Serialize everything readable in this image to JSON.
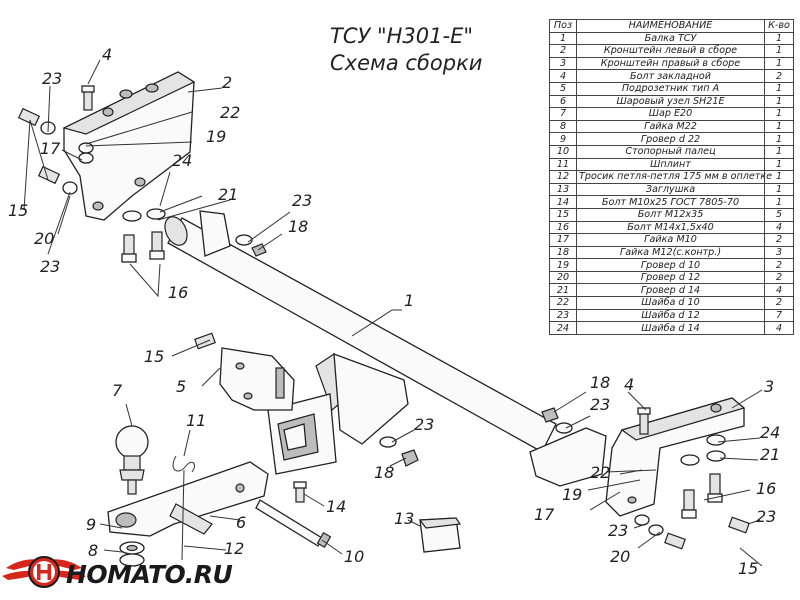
{
  "title": {
    "line1": "ТСУ \"H301-E\"",
    "line2": "Схема сборки"
  },
  "parts_table": {
    "headers": [
      "Поз",
      "НАИМЕНОВАНИЕ",
      "К-во"
    ],
    "rows": [
      [
        "1",
        "Балка ТСУ",
        "1"
      ],
      [
        "2",
        "Кронштейн левый в сборе",
        "1"
      ],
      [
        "3",
        "Кронштейн правый в сборе",
        "1"
      ],
      [
        "4",
        "Болт закладной",
        "2"
      ],
      [
        "5",
        "Подрозетник тип А",
        "1"
      ],
      [
        "6",
        "Шаровый узел SH21E",
        "1"
      ],
      [
        "7",
        "Шар Е20",
        "1"
      ],
      [
        "8",
        "Гайка М22",
        "1"
      ],
      [
        "9",
        "Гровер d 22",
        "1"
      ],
      [
        "10",
        "Стопорный палец",
        "1"
      ],
      [
        "11",
        "Шплинт",
        "1"
      ],
      [
        "12",
        "Тросик петля-петля 175 мм в оплетке",
        "1"
      ],
      [
        "13",
        "Заглушка",
        "1"
      ],
      [
        "14",
        "Болт М10х25 ГОСТ 7805-70",
        "1"
      ],
      [
        "15",
        "Болт М12х35",
        "5"
      ],
      [
        "16",
        "Болт М14х1,5х40",
        "4"
      ],
      [
        "17",
        "Гайка М10",
        "2"
      ],
      [
        "18",
        "Гайка М12(с.контр.)",
        "3"
      ],
      [
        "19",
        "Гровер d 10",
        "2"
      ],
      [
        "20",
        "Гровер d 12",
        "2"
      ],
      [
        "21",
        "Гровер d 14",
        "4"
      ],
      [
        "22",
        "Шайба d 10",
        "2"
      ],
      [
        "23",
        "Шайба d 12",
        "7"
      ],
      [
        "24",
        "Шайба d 14",
        "4"
      ]
    ]
  },
  "callouts": {
    "n1": "1",
    "n2": "2",
    "n3": "3",
    "n4": "4",
    "n5": "5",
    "n6": "6",
    "n7": "7",
    "n8": "8",
    "n9": "9",
    "n10": "10",
    "n11": "11",
    "n12": "12",
    "n13": "13",
    "n14": "14",
    "n15": "15",
    "n16": "16",
    "n17": "17",
    "n18": "18",
    "n19": "19",
    "n20": "20",
    "n21": "21",
    "n22": "22",
    "n23": "23",
    "n24": "24"
  },
  "logo": {
    "text": "HOMATO.RU",
    "icon": "homato-wing-logo",
    "colors": {
      "red": "#d9261c",
      "dark": "#1a1a1a"
    }
  }
}
